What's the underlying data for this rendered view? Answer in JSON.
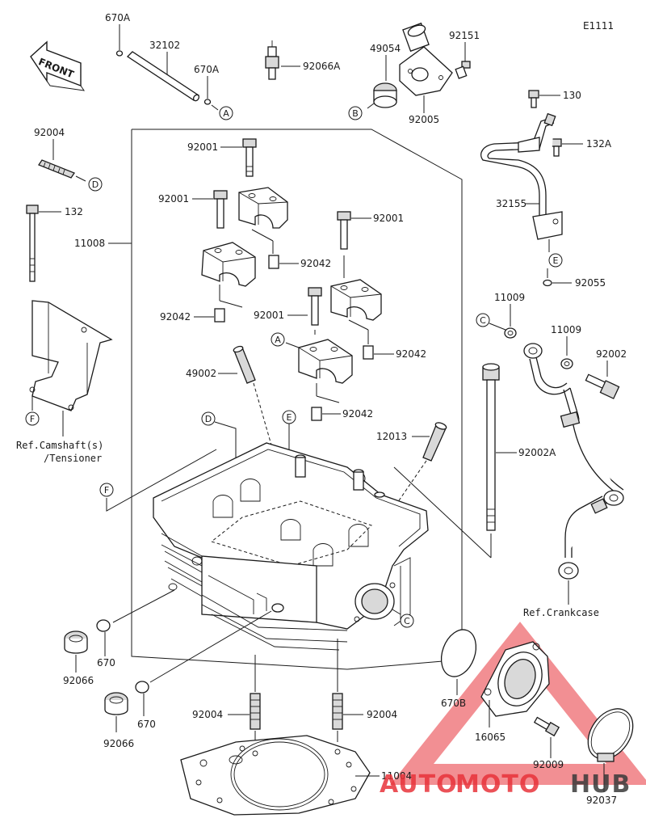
{
  "diagram_code": "E1111",
  "front_label": "FRONT",
  "refs": {
    "camshaft_line1": "Ref.Camshaft(s)",
    "camshaft_line2": "/Tensioner",
    "crankcase": "Ref.Crankcase"
  },
  "part_labels": {
    "p670A_top": "670A",
    "p32102": "32102",
    "p670A_mid": "670A",
    "p92066A": "92066A",
    "p49054": "49054",
    "p92151": "92151",
    "p92005": "92005",
    "p130": "130",
    "p132A": "132A",
    "p32155": "32155",
    "p92055": "92055",
    "p92004_left": "92004",
    "p132": "132",
    "p11008": "11008",
    "p92001_a": "92001",
    "p92001_b": "92001",
    "p92001_c": "92001",
    "p92001_d": "92001",
    "p92042_a": "92042",
    "p92042_b": "92042",
    "p92042_c": "92042",
    "p92042_d": "92042",
    "p49002": "49002",
    "p12013": "12013",
    "p11009_a": "11009",
    "p11009_b": "11009",
    "p92002": "92002",
    "p92002A": "92002A",
    "p670_a": "670",
    "p670_b": "670",
    "p92066_a": "92066",
    "p92066_b": "92066",
    "p92004_l2": "92004",
    "p92004_r2": "92004",
    "p11004": "11004",
    "p670B": "670B",
    "p16065": "16065",
    "p92009": "92009",
    "p92037": "92037"
  },
  "callouts": {
    "A1": "A",
    "A2": "A",
    "B1": "B",
    "B2": "B",
    "C1": "C",
    "C2": "C",
    "D1": "D",
    "D2": "D",
    "E1": "E",
    "E2": "E",
    "F1": "F",
    "F2": "F"
  },
  "watermark": {
    "part1": "AUTO",
    "part2": "MOTO",
    "part3": "HUB",
    "color_red": "#e8333a",
    "color_dark": "#3a3a3a"
  }
}
